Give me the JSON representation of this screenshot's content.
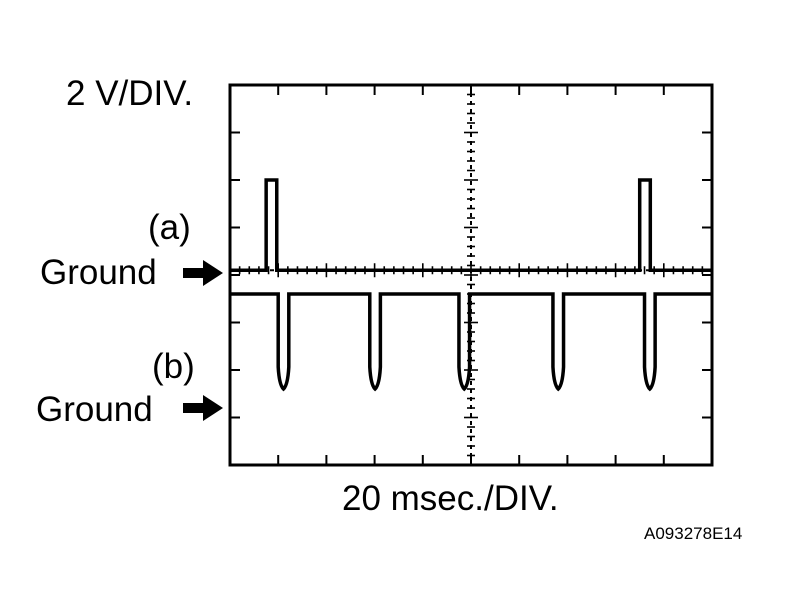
{
  "labels": {
    "vertical_scale": "2 V/DIV.",
    "horizontal_scale": "20 msec./DIV.",
    "channel_a": "(a)",
    "channel_b": "(b)",
    "ground_a": "Ground",
    "ground_b": "Ground",
    "figure_id": "A093278E14"
  },
  "icons": {
    "ground_marker": "right-arrow-icon"
  },
  "scope": {
    "horizontal_divisions": 10,
    "vertical_divisions": 8,
    "subdivisions_per_division": 5
  },
  "signals": {
    "a": {
      "baseline_div": 4.1,
      "pulse_high_div": 6.0,
      "pulses_start_div": [
        0.75,
        8.5
      ],
      "pulse_width_div": 0.22
    },
    "b": {
      "baseline_div": 3.6,
      "spike_low_div": 1.6,
      "spikes_at_div": [
        1.0,
        2.9,
        4.75,
        6.7,
        8.6
      ],
      "spike_width_div": 0.22
    }
  }
}
